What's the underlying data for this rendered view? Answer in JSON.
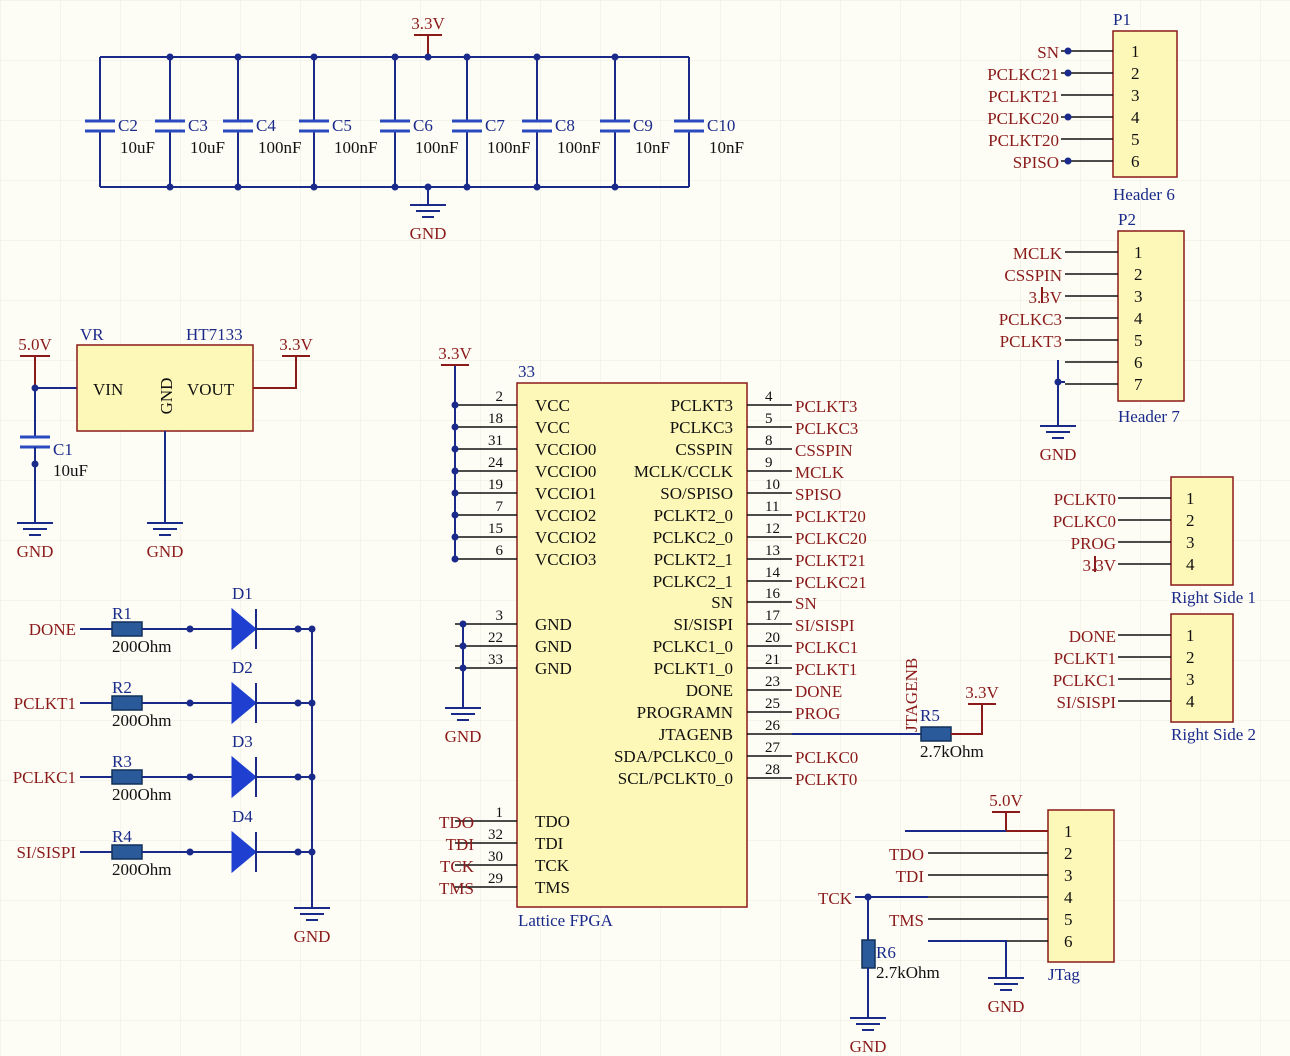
{
  "power": {
    "v33": "3.3V",
    "v50": "5.0V",
    "gnd": "GND"
  },
  "caps": [
    {
      "ref": "C2",
      "val": "10uF"
    },
    {
      "ref": "C3",
      "val": "10uF"
    },
    {
      "ref": "C4",
      "val": "100nF"
    },
    {
      "ref": "C5",
      "val": "100nF"
    },
    {
      "ref": "C6",
      "val": "100nF"
    },
    {
      "ref": "C7",
      "val": "100nF"
    },
    {
      "ref": "C8",
      "val": "100nF"
    },
    {
      "ref": "C9",
      "val": "10nF"
    },
    {
      "ref": "C10",
      "val": "10nF"
    }
  ],
  "reg": {
    "ref": "VR",
    "part": "HT7133",
    "vin": "VIN",
    "gnd": "GND",
    "vout": "VOUT",
    "cap_ref": "C1",
    "cap_val": "10uF"
  },
  "leds": [
    {
      "net": "DONE",
      "r": "R1",
      "rv": "200Ohm",
      "d": "D1"
    },
    {
      "net": "PCLKT1",
      "r": "R2",
      "rv": "200Ohm",
      "d": "D2"
    },
    {
      "net": "PCLKC1",
      "r": "R3",
      "rv": "200Ohm",
      "d": "D3"
    },
    {
      "net": "SI/SISPI",
      "r": "R4",
      "rv": "200Ohm",
      "d": "D4"
    }
  ],
  "fpga": {
    "title": "Lattice FPGA",
    "ref": "33",
    "left": [
      {
        "pin": "2",
        "name": "VCC"
      },
      {
        "pin": "18",
        "name": "VCC"
      },
      {
        "pin": "31",
        "name": "VCCIO0"
      },
      {
        "pin": "24",
        "name": "VCCIO0"
      },
      {
        "pin": "19",
        "name": "VCCIO1"
      },
      {
        "pin": "7",
        "name": "VCCIO2"
      },
      {
        "pin": "15",
        "name": "VCCIO2"
      },
      {
        "pin": "6",
        "name": "VCCIO3"
      },
      {
        "pin": "3",
        "name": "GND"
      },
      {
        "pin": "22",
        "name": "GND"
      },
      {
        "pin": "33",
        "name": "GND"
      },
      {
        "pin": "1",
        "name": "TDO",
        "net": "TDO"
      },
      {
        "pin": "32",
        "name": "TDI",
        "net": "TDI"
      },
      {
        "pin": "30",
        "name": "TCK",
        "net": "TCK"
      },
      {
        "pin": "29",
        "name": "TMS",
        "net": "TMS"
      }
    ],
    "right": [
      {
        "pin": "4",
        "name": "PCLKT3",
        "net": "PCLKT3"
      },
      {
        "pin": "5",
        "name": "PCLKC3",
        "net": "PCLKC3"
      },
      {
        "pin": "8",
        "name": "CSSPIN",
        "net": "CSSPIN"
      },
      {
        "pin": "9",
        "name": "MCLK/CCLK",
        "net": "MCLK"
      },
      {
        "pin": "10",
        "name": "SO/SPISO",
        "net": "SPISO"
      },
      {
        "pin": "11",
        "name": "PCLKT2_0",
        "net": "PCLKT20"
      },
      {
        "pin": "12",
        "name": "PCLKC2_0",
        "net": "PCLKC20"
      },
      {
        "pin": "13",
        "name": "PCLKT2_1",
        "net": "PCLKT21"
      },
      {
        "pin": "14",
        "name": "PCLKC2_1",
        "net": "PCLKC21"
      },
      {
        "pin": "16",
        "name": "SN",
        "net": "SN"
      },
      {
        "pin": "17",
        "name": "SI/SISPI",
        "net": "SI/SISPI"
      },
      {
        "pin": "20",
        "name": "PCLKC1_0",
        "net": "PCLKC1"
      },
      {
        "pin": "21",
        "name": "PCLKT1_0",
        "net": "PCLKT1"
      },
      {
        "pin": "23",
        "name": "DONE",
        "net": "DONE"
      },
      {
        "pin": "25",
        "name": "PROGRAMN",
        "net": "PROG"
      },
      {
        "pin": "26",
        "name": "JTAGENB",
        "net": ""
      },
      {
        "pin": "27",
        "name": "SDA/PCLKC0_0",
        "net": "PCLKC0"
      },
      {
        "pin": "28",
        "name": "SCL/PCLKT0_0",
        "net": "PCLKT0"
      }
    ],
    "jtagenb_net": "JTAGENB",
    "r5": "R5",
    "r5v": "2.7kOhm"
  },
  "p1": {
    "ref": "P1",
    "name": "Header 6",
    "nets": [
      "SN",
      "PCLKC21",
      "PCLKT21",
      "PCLKC20",
      "PCLKT20",
      "SPISO"
    ]
  },
  "p2": {
    "ref": "P2",
    "name": "Header 7",
    "nets": [
      "MCLK",
      "CSSPIN",
      "3.3V",
      "PCLKC3",
      "PCLKT3",
      "",
      ""
    ]
  },
  "rs1": {
    "name": "Right Side 1",
    "nets": [
      "PCLKT0",
      "PCLKC0",
      "PROG",
      "3.3V"
    ]
  },
  "rs2": {
    "name": "Right Side 2",
    "nets": [
      "DONE",
      "PCLKT1",
      "PCLKC1",
      "SI/SISPI"
    ]
  },
  "jtag": {
    "name": "JTag",
    "nets": [
      "5.0V",
      "TDO",
      "TDI",
      "TCK",
      "TMS",
      "GND"
    ],
    "r6": "R6",
    "r6v": "2.7kOhm",
    "tck": "TCK"
  }
}
